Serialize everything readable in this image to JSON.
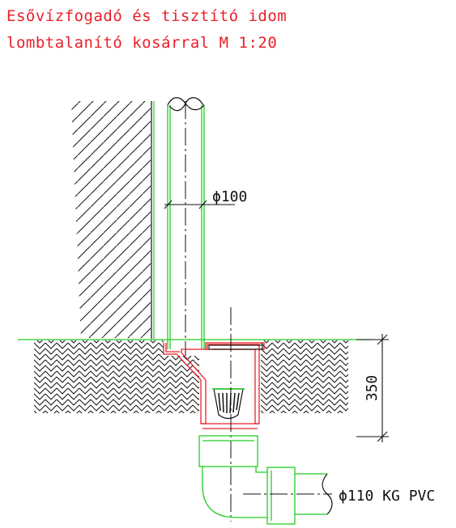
{
  "title": {
    "line1": "Esővízfogadó és tisztító idom",
    "line2": "lombtalanító kosárral M 1:20"
  },
  "labels": {
    "pipe_diameter": "ϕ100",
    "depth": "350",
    "outlet": "ϕ110 KG PVC"
  },
  "colors": {
    "title": "#e8202a",
    "pipe": "#22cc22",
    "fitting": "#e8202a",
    "linework": "#111111"
  }
}
